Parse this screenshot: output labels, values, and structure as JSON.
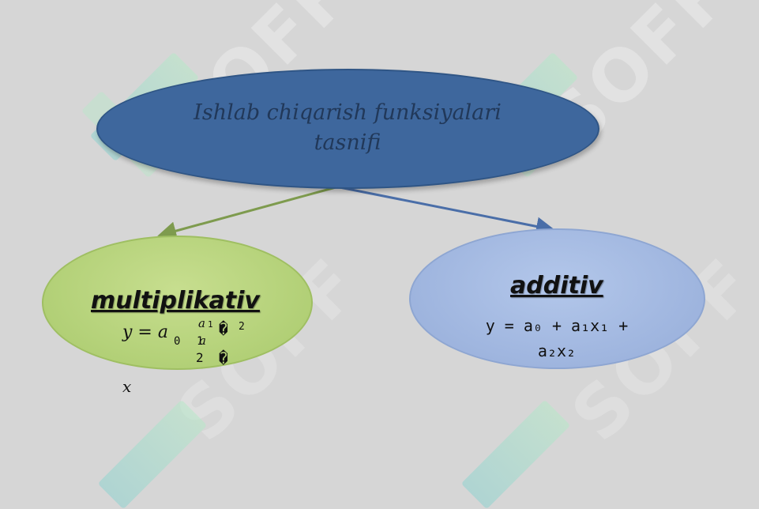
{
  "diagram": {
    "root": {
      "label": "Ishlab chiqarish funksiyalari tasnifi",
      "line1": "Ishlab chiqarish funksiyalari",
      "line2": "tasnifi"
    },
    "left": {
      "label": "multiplikativ",
      "formula": {
        "main": "y = a",
        "sub0": "0",
        "exp1": "a",
        "exp1_sub": "1",
        "glyph1": "�",
        "exp2": "2",
        "x_sub1": "1",
        "under_a": "a",
        "num2": "2",
        "glyph2": "�",
        "tail": "x"
      }
    },
    "right": {
      "label": "additiv",
      "formula": {
        "line1": "y = a₀ + a₁x₁ +",
        "line2": "a₂x₂"
      }
    },
    "colors": {
      "root": "#3e679d",
      "left": "#b5d27a",
      "right": "#a1b7e0",
      "left_arrow": "#7e9b4e",
      "right_arrow": "#4a6ea8"
    }
  },
  "watermark": {
    "text": "SOFF"
  }
}
